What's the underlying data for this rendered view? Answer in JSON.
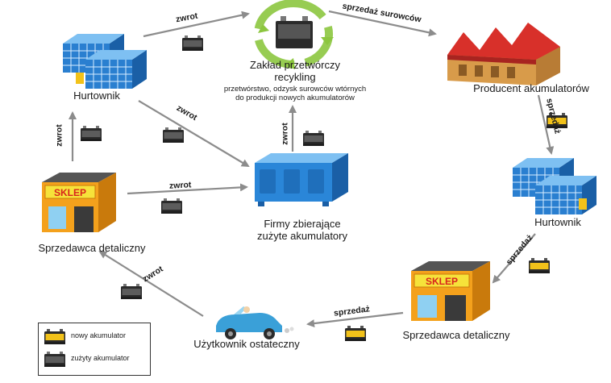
{
  "nodes": {
    "recycler": {
      "title_line1": "Zakład przetwórczy",
      "title_line2": "recykling",
      "sub_line1": "przetwórstwo, odzysk surowców wtórnych",
      "sub_line2": "do produkcji nowych akumulatorów"
    },
    "producer": {
      "title": "Producent akumulatorów"
    },
    "wholesaler_left": {
      "title": "Hurtownik"
    },
    "wholesaler_right": {
      "title": "Hurtownik"
    },
    "collector": {
      "title_line1": "Firmy zbierające",
      "title_line2": "zużyte akumulatory"
    },
    "retailer_left": {
      "title": "Sprzedawca detaliczny",
      "sign": "SKLEP"
    },
    "retailer_right": {
      "title": "Sprzedawca detaliczny",
      "sign": "SKLEP"
    },
    "end_user": {
      "title": "Użytkownik ostateczny"
    }
  },
  "flows": {
    "zwrot": "zwrot",
    "sprzedaz_surowcow": "sprzedaż surowców",
    "sprzedaz": "sprzedaż"
  },
  "legend": {
    "new_battery": "nowy akumulator",
    "used_battery": "zużyty akumulator"
  },
  "colors": {
    "arrow": "#8c8c8c",
    "new_battery": "#f2c21a",
    "used_battery": "#2b2b2b",
    "shop_wall": "#f4a11c",
    "sign_bg": "#f6e23a",
    "sign_text": "#d8251c",
    "crate": "#2a86d8",
    "factory_roof": "#d8302a",
    "recycle": "#8cc63f",
    "car": "#3aa0d8"
  }
}
